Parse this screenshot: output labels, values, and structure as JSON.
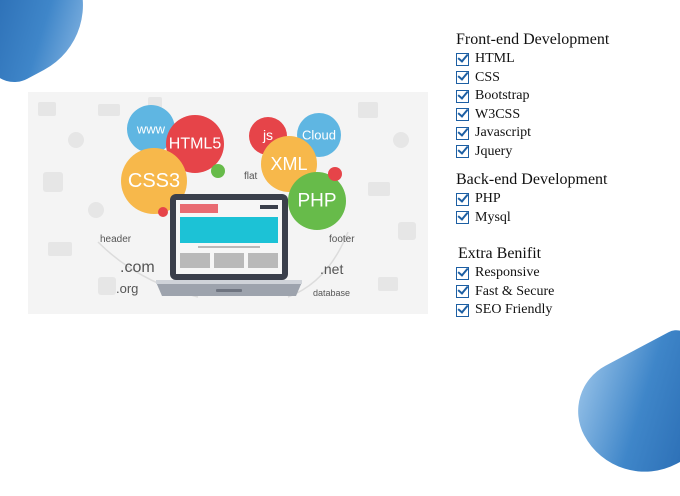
{
  "hero": {
    "bubbles": [
      "www",
      "HTML5",
      "js",
      "Cloud",
      "CSS3",
      "XML",
      "PHP"
    ],
    "tags": [
      "flat",
      "header",
      "footer",
      ".com",
      ".net",
      ".org",
      "database"
    ]
  },
  "sections": [
    {
      "title": "Front-end Development",
      "items": [
        "HTML",
        "CSS",
        "Bootstrap",
        "W3CSS",
        "Javascript",
        "Jquery"
      ]
    },
    {
      "title": "Back-end Development",
      "items": [
        "PHP",
        "Mysql"
      ]
    },
    {
      "title": "Extra Benifit",
      "items": [
        "Responsive",
        "Fast & Secure",
        "SEO Friendly"
      ]
    }
  ],
  "colors": {
    "brand_blue": "#1d5fa3",
    "bubble_blue": "#5fb6e2",
    "bubble_red": "#e64449",
    "bubble_orange": "#f7b84b",
    "bubble_green": "#67bb4a",
    "screen_cyan": "#1cc2d6"
  }
}
